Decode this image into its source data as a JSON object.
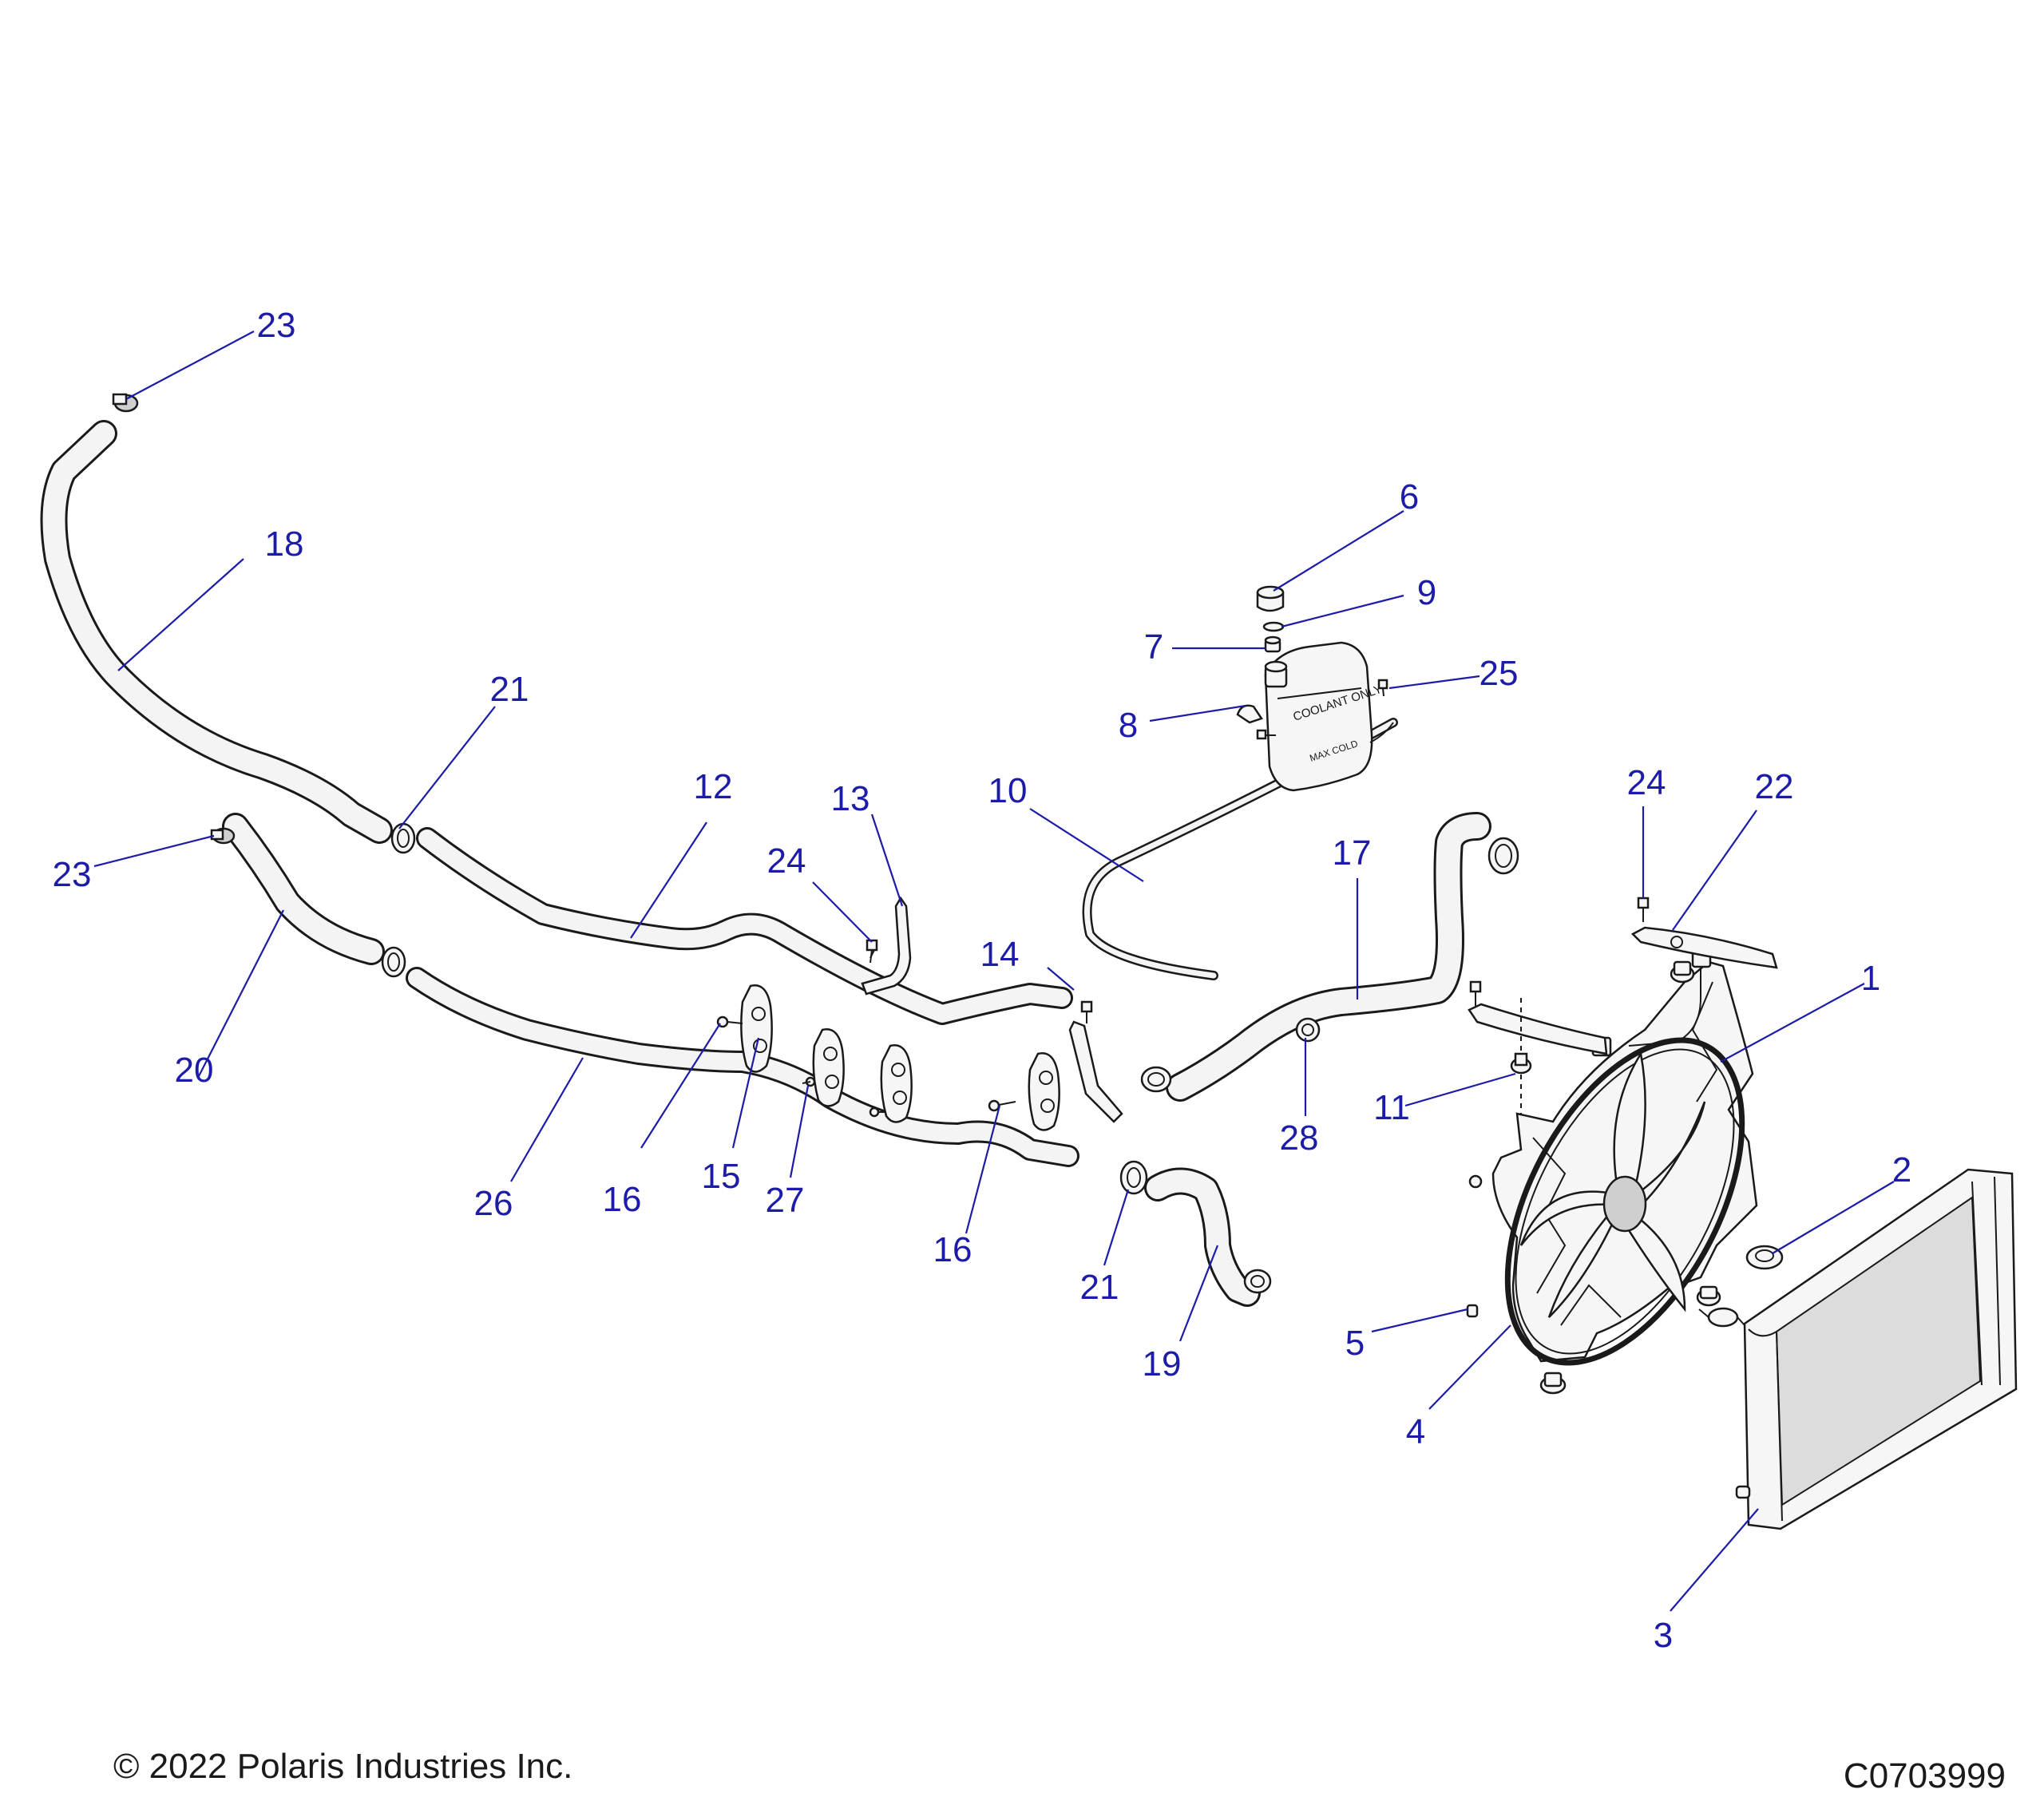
{
  "callouts": [
    "23",
    "18",
    "21",
    "23",
    "20",
    "12",
    "13",
    "24",
    "26",
    "16",
    "15",
    "27",
    "16",
    "10",
    "14",
    "17",
    "6",
    "9",
    "7",
    "25",
    "8",
    "28",
    "11",
    "21",
    "19",
    "24",
    "22",
    "1",
    "2",
    "5",
    "4",
    "3"
  ],
  "tank_text": [
    "COOLANT ONLY",
    "MAX COLD"
  ],
  "footer": {
    "copyright": "© 2022 Polaris Industries Inc.",
    "figure_id": "C0703999"
  }
}
